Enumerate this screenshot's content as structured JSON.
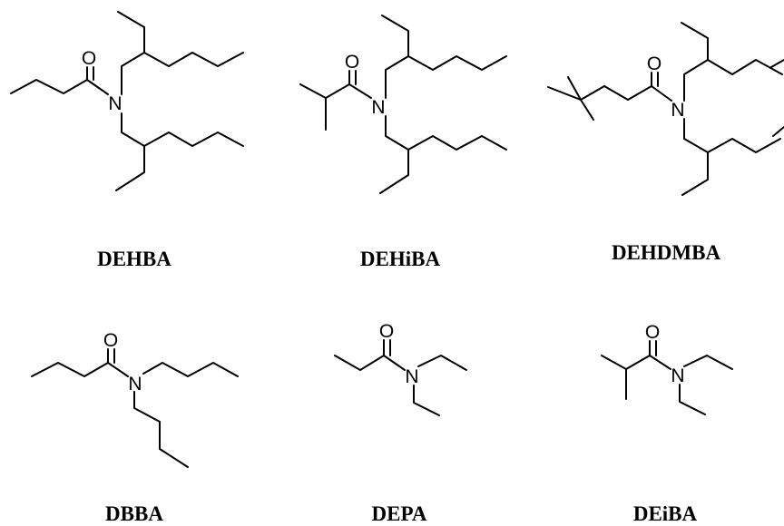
{
  "atoms": {
    "oxygen": "O",
    "nitrogen": "N"
  },
  "compounds": [
    {
      "id": "dehba",
      "label": "DEHBA"
    },
    {
      "id": "dehiba",
      "label": "DEHiBA"
    },
    {
      "id": "dehdmba",
      "label": "DEHDMBA"
    },
    {
      "id": "dbba",
      "label": "DBBA"
    },
    {
      "id": "depa",
      "label": "DEPA"
    },
    {
      "id": "deiba",
      "label": "DEiBA"
    }
  ]
}
